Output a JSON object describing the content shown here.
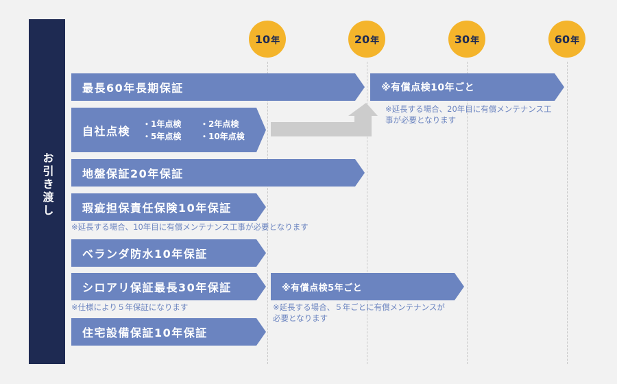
{
  "sidebar": {
    "label": "お引き渡し"
  },
  "timeline": {
    "markers": [
      {
        "num": "10",
        "unit": "年"
      },
      {
        "num": "20",
        "unit": "年"
      },
      {
        "num": "30",
        "unit": "年"
      },
      {
        "num": "60",
        "unit": "年"
      }
    ]
  },
  "rows": {
    "max60": {
      "label": "最長60年長期保証",
      "ext_label": "※有償点検10年ごと",
      "note": "※延長する場合、20年目に有償メンテナンス工事が必要となります"
    },
    "inspection": {
      "label": "自社点検",
      "items": [
        "・1年点検",
        "・2年点検",
        "・5年点検",
        "・10年点検"
      ]
    },
    "ground": {
      "label": "地盤保証20年保証"
    },
    "defect": {
      "label": "瑕疵担保責任保険10年保証",
      "note": "※延長する場合、10年目に有償メンテナンス工事が必要となります"
    },
    "veranda": {
      "label": "ベランダ防水10年保証"
    },
    "termite": {
      "label": "シロアリ保証最長30年保証",
      "note": "※仕様により５年保証になります",
      "ext_label": "※有償点検5年ごと",
      "ext_note": "※延長する場合、５年ごとに有償メンテナンスが必要となります"
    },
    "equipment": {
      "label": "住宅設備保証10年保証"
    }
  },
  "colors": {
    "sidebar": "#1e2a52",
    "arrow": "#6b84c0",
    "marker": "#f4b42b",
    "connector": "#cccccc",
    "background": "#f2f2f2"
  }
}
